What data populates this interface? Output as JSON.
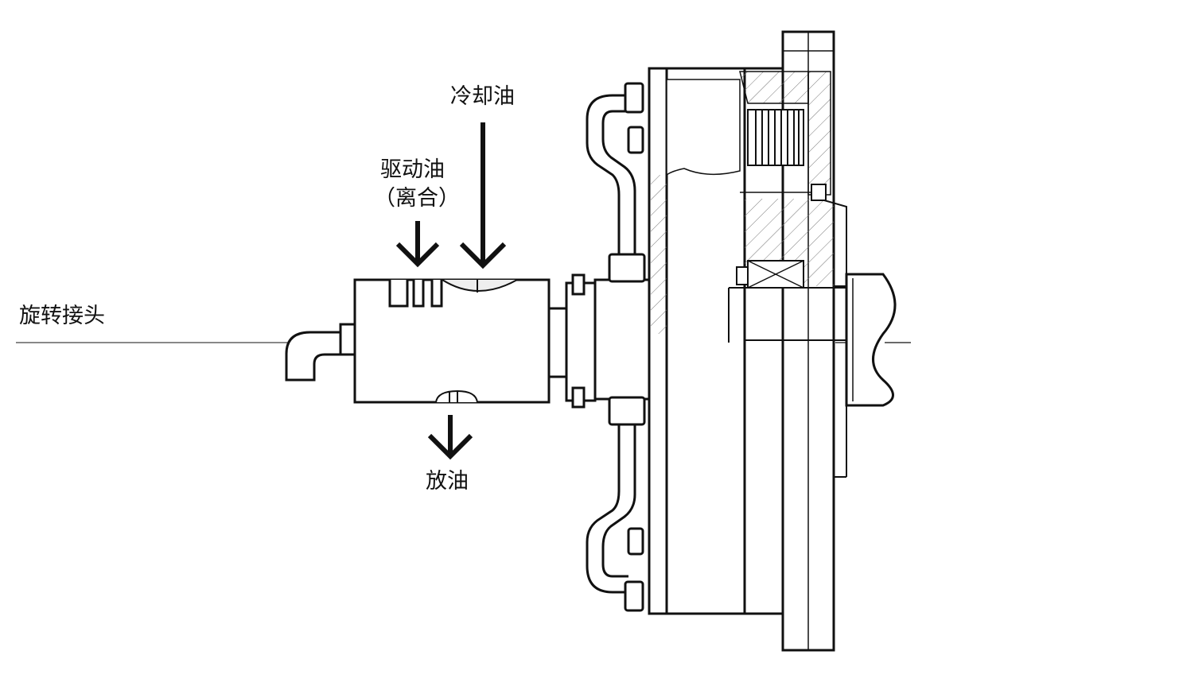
{
  "labels": {
    "swivel_joint": "旋转接头",
    "cooling_oil": "冷却油",
    "drive_oil_line1": "驱动油",
    "drive_oil_line2": "（离合）",
    "drain_oil": "放油"
  },
  "colors": {
    "line": "#111111",
    "background": "#ffffff",
    "hatch": "#555555"
  }
}
